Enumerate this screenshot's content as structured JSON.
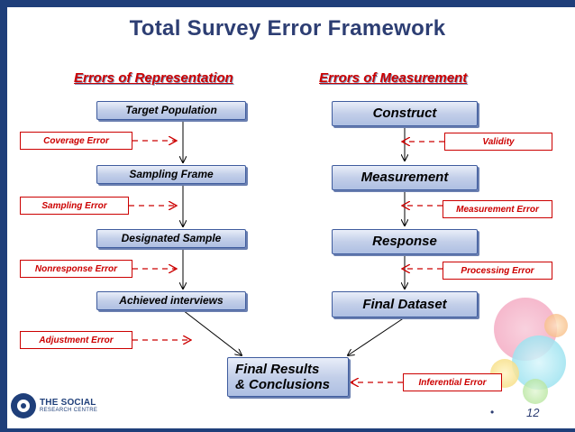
{
  "title": "Total Survey Error Framework",
  "representation": {
    "heading": "Errors of Representation",
    "boxes": [
      "Target Population",
      "Sampling Frame",
      "Designated Sample",
      "Achieved interviews"
    ],
    "errors": [
      "Coverage Error",
      "Sampling Error",
      "Nonresponse Error",
      "Adjustment Error"
    ]
  },
  "measurement": {
    "heading": "Errors of Measurement",
    "boxes": [
      "Construct",
      "Measurement",
      "Response",
      "Final Dataset"
    ],
    "errors": [
      "Validity",
      "Measurement Error",
      "Processing Error",
      "Inferential Error"
    ]
  },
  "final": {
    "line1": "Final Results",
    "line2": "& Conclusions"
  },
  "footer": {
    "logo_line1": "THE SOCIAL",
    "logo_line2": "RESEARCH CENTRE",
    "bullet": "•",
    "page_number": "12"
  },
  "colors": {
    "error_red": "#cc0000",
    "title_navy": "#2d3e73",
    "box_blue": "#aebfe2",
    "border_navy": "#1f3f7a"
  }
}
